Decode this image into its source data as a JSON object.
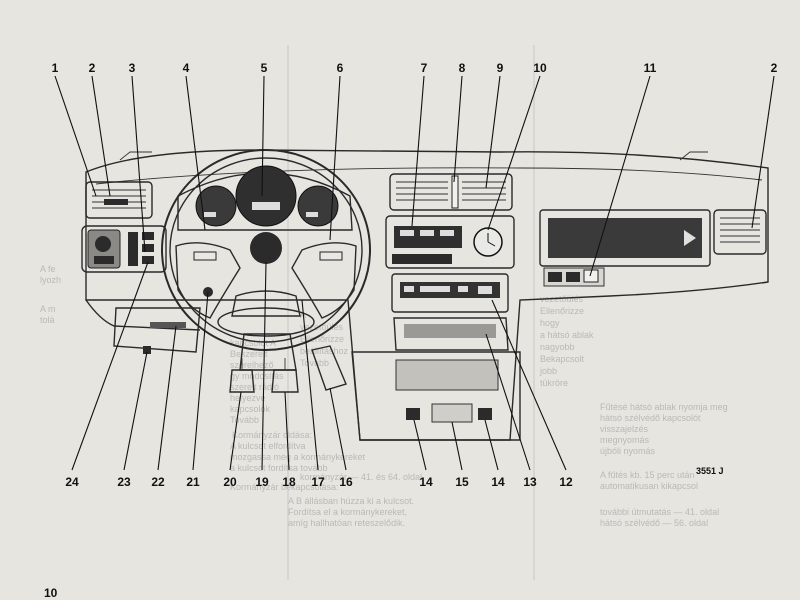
{
  "callouts": [
    {
      "id": "1",
      "label": "1"
    },
    {
      "id": "2",
      "label": "2"
    },
    {
      "id": "3",
      "label": "3"
    },
    {
      "id": "4",
      "label": "4"
    },
    {
      "id": "5",
      "label": "5"
    },
    {
      "id": "6",
      "label": "6"
    },
    {
      "id": "7",
      "label": "7"
    },
    {
      "id": "8",
      "label": "8"
    },
    {
      "id": "9",
      "label": "9"
    },
    {
      "id": "10",
      "label": "10"
    },
    {
      "id": "11",
      "label": "11"
    },
    {
      "id": "2b",
      "label": "2"
    },
    {
      "id": "24",
      "label": "24"
    },
    {
      "id": "23",
      "label": "23"
    },
    {
      "id": "22",
      "label": "22"
    },
    {
      "id": "21",
      "label": "21"
    },
    {
      "id": "20",
      "label": "20"
    },
    {
      "id": "19",
      "label": "19"
    },
    {
      "id": "18",
      "label": "18"
    },
    {
      "id": "17",
      "label": "17"
    },
    {
      "id": "16",
      "label": "16"
    },
    {
      "id": "14a",
      "label": "14"
    },
    {
      "id": "15",
      "label": "15"
    },
    {
      "id": "14b",
      "label": "14"
    },
    {
      "id": "13",
      "label": "13"
    },
    {
      "id": "12",
      "label": "12"
    }
  ],
  "figure_code": "3551 J",
  "page_number": "10",
  "bleed_through_text": [
    "A fe",
    "lyozh",
    "A m",
    "tolá",
    "kapcsolót A",
    "Beszerelt",
    "szerelhező",
    "gy módosítás",
    "szerelt rádió",
    "helyezve",
    "kapcsolók",
    "Tovább",
    "Kormányzár oldása:",
    "A kulcsot elfordítva",
    "mozgassa meg a kormánykereket",
    "a kulcsot fordítsa tovább",
    "Kormányzár bekapcsolása:",
    "A B állásban húzza ki a kulcsot.",
    "Fordítsa el a kormánykereket,",
    "amíg hallhatóan reteszelődik.",
    "vezetőülés",
    "Ellenőrizze",
    "hogy",
    "a hátsó ablak",
    "nagyobb",
    "Bekapcsolt",
    "jobb",
    "tükröre",
    "Fűtésé hátsó ablak nyomja meg",
    "hátsó szélvédő kapcsolót",
    "visszajelzés",
    "megnyomás",
    "újbóli nyomás",
    "A fűtés kb. 15 perc után",
    "automatikusan kikapcsol",
    "további útmutatás — 41. oldal",
    "hátsó szélvédő — 56. oldal",
    "kormányzár — 41. és 64. oldal",
    "A",
    "vezetőülés",
    "Ellenőrizze",
    "beállításhoz",
    "Tovább"
  ]
}
